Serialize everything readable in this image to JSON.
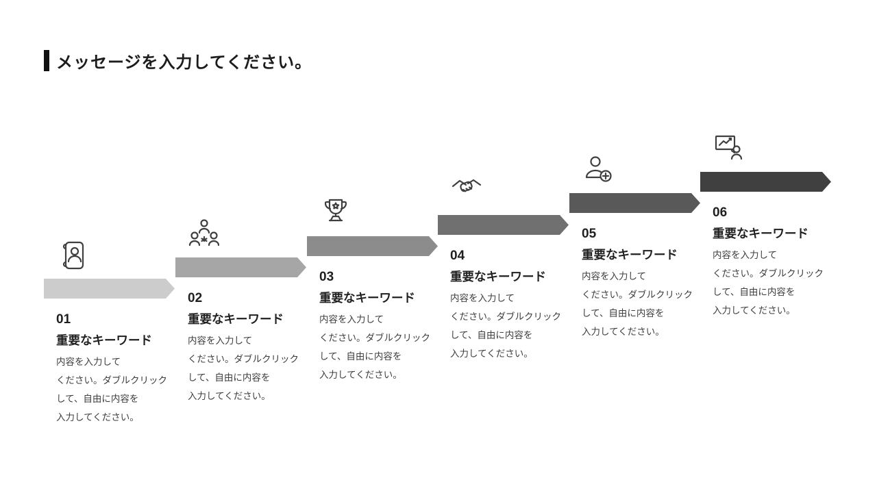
{
  "slide": {
    "title": "メッセージを入力してください。",
    "accent_bar_color": "#111111",
    "background_color": "#ffffff"
  },
  "colors": {
    "icon_stroke": "#3f3f3f",
    "number_text": "#1f1f1f",
    "heading_text": "#1f1f1f",
    "body_text": "#3d3d3d"
  },
  "steps": [
    {
      "number": "01",
      "heading": "重要なキーワード",
      "body_lines": [
        "内容を入力して",
        "ください。ダブルクリック",
        "して、自由に内容を",
        "入力してください。"
      ],
      "icon": "address-book-icon",
      "arrow_color": "#cccccc"
    },
    {
      "number": "02",
      "heading": "重要なキーワード",
      "body_lines": [
        "内容を入力して",
        "ください。ダブルクリック",
        "して、自由に内容を",
        "入力してください。"
      ],
      "icon": "team-icon",
      "arrow_color": "#a6a6a6"
    },
    {
      "number": "03",
      "heading": "重要なキーワード",
      "body_lines": [
        "内容を入力して",
        "ください。ダブルクリック",
        "して、自由に内容を",
        "入力してください。"
      ],
      "icon": "trophy-icon",
      "arrow_color": "#8c8c8c"
    },
    {
      "number": "04",
      "heading": "重要なキーワード",
      "body_lines": [
        "内容を入力して",
        "ください。ダブルクリック",
        "して、自由に内容を",
        "入力してください。"
      ],
      "icon": "handshake-icon",
      "arrow_color": "#707070"
    },
    {
      "number": "05",
      "heading": "重要なキーワード",
      "body_lines": [
        "内容を入力して",
        "ください。ダブルクリック",
        "して、自由に内容を",
        "入力してください。"
      ],
      "icon": "add-user-icon",
      "arrow_color": "#595959"
    },
    {
      "number": "06",
      "heading": "重要なキーワード",
      "body_lines": [
        "内容を入力して",
        "ください。ダブルクリック",
        "して、自由に内容を",
        "入力してください。"
      ],
      "icon": "presenter-icon",
      "arrow_color": "#404040"
    }
  ]
}
